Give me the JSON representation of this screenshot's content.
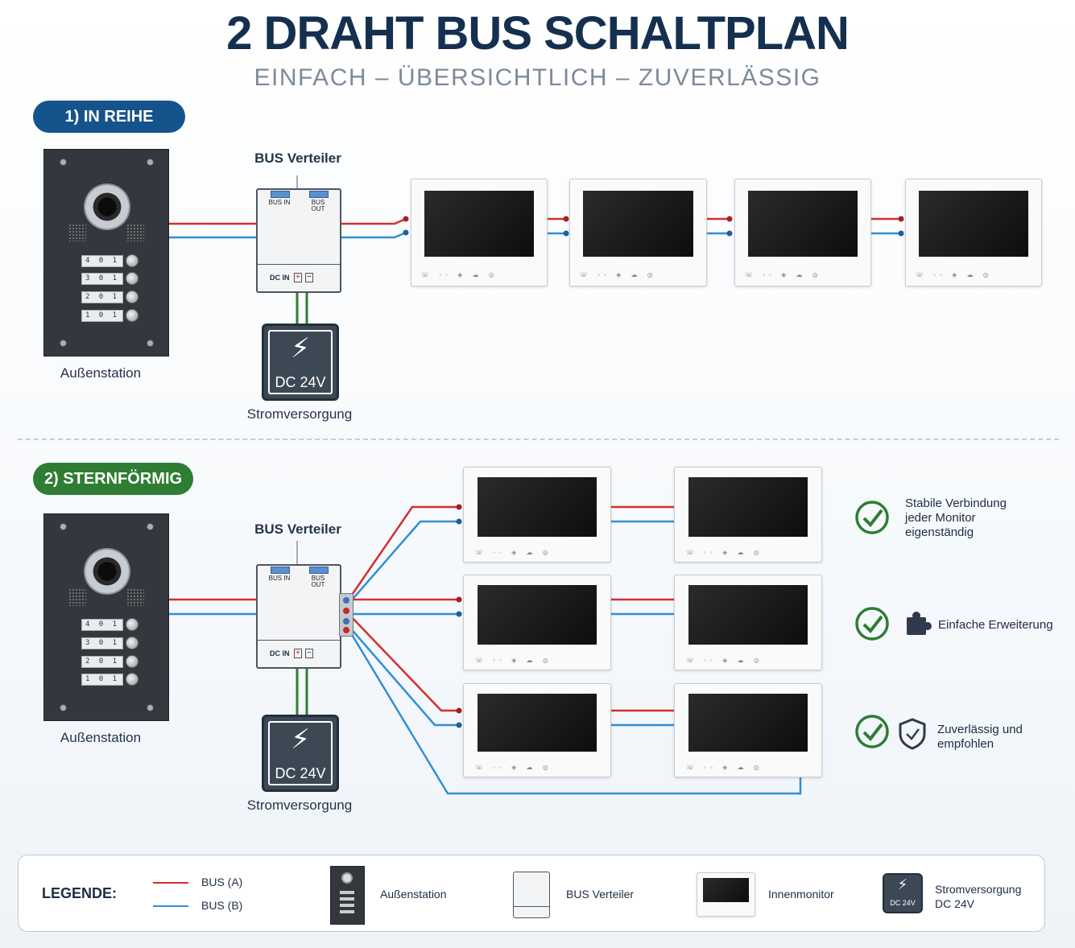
{
  "header": {
    "title": "2 DRAHT BUS SCHALTPLAN",
    "subtitle": "EINFACH – ÜBERSICHTLICH – ZUVERLÄSSIG"
  },
  "section1": {
    "label": "1) IN REIHE",
    "distributor_label": "BUS Verteiler",
    "station_label": "Außenstation",
    "power_label": "Stromversorgung"
  },
  "section2": {
    "label": "2) STERNFÖRMIG",
    "distributor_label": "BUS Verteiler",
    "station_label": "Außenstation",
    "power_label": "Stromversorgung"
  },
  "station": {
    "plates": [
      "4 0 1",
      "3 0 1",
      "2 0 1",
      "1 0 1"
    ]
  },
  "distributor": {
    "bus_in": "BUS IN",
    "bus_out": "BUS OUT",
    "dc_in": "DC IN"
  },
  "psu": {
    "text": "DC 24V"
  },
  "features": [
    {
      "text1": "Stabile Verbindung",
      "text2": "jeder Monitor",
      "text3": "eigenständig",
      "icon": "check-icon"
    },
    {
      "text1": "Einfache Erweiterung",
      "icon": "puzzle-icon"
    },
    {
      "text1": "Zuverlässig und",
      "text2": "empfohlen",
      "icon": "shield-icon"
    }
  ],
  "legend": {
    "title": "LEGENDE:",
    "bus_a": "BUS (A)",
    "bus_b": "BUS (B)",
    "station": "Außenstation",
    "distributor": "BUS Verteiler",
    "monitor": "Innenmonitor",
    "power1": "Stromversorgung",
    "power2": "DC 24V",
    "psu_text": "DC 24V"
  },
  "colors": {
    "bus_a": "#d32f2f",
    "bus_b": "#2f8fd6",
    "power": "#2e7d32",
    "brand": "#15538c"
  }
}
